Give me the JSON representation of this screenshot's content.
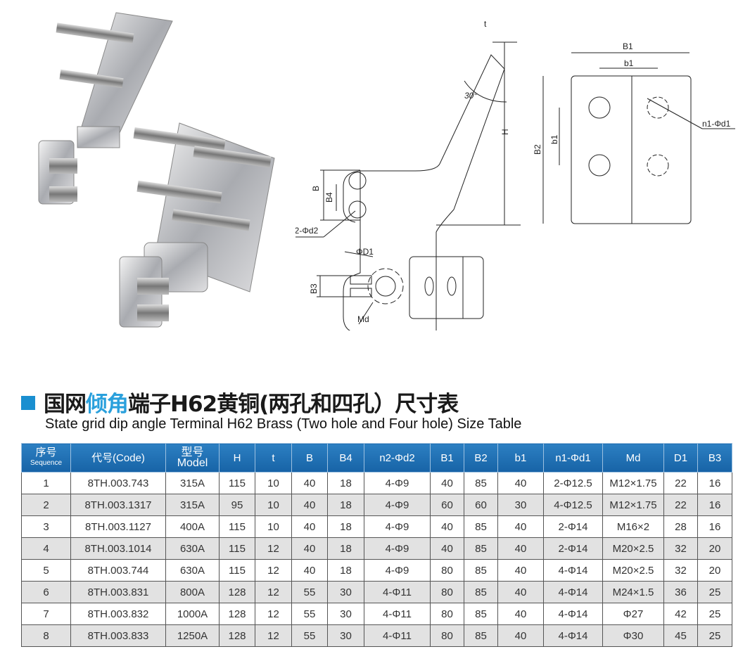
{
  "title": {
    "zh_prefix": "国网",
    "zh_accent": "倾角",
    "zh_suffix": "端子H62黄铜(两孔和四孔）尺寸表",
    "en": "State grid dip angle Terminal H62 Brass (Two hole and Four hole) Size Table"
  },
  "drawing_labels": {
    "t": "t",
    "angle": "30°",
    "H": "H",
    "B": "B",
    "B4": "B4",
    "n2d2": "n2-Φd2",
    "B1": "B1",
    "b1_top": "b1",
    "b1_side": "b1",
    "B2": "B2",
    "n1d1": "n1-Φd1",
    "D1": "ΦD1",
    "B3": "B3",
    "Md": "Md"
  },
  "table": {
    "headers": [
      {
        "zh": "序号",
        "en": "Sequence"
      },
      {
        "zh": "代号(Code)",
        "en": ""
      },
      {
        "zh": "型号",
        "en": "Model"
      },
      {
        "zh": "H"
      },
      {
        "zh": "t"
      },
      {
        "zh": "B"
      },
      {
        "zh": "B4"
      },
      {
        "zh": "n2-Φd2"
      },
      {
        "zh": "B1"
      },
      {
        "zh": "B2"
      },
      {
        "zh": "b1"
      },
      {
        "zh": "n1-Φd1"
      },
      {
        "zh": "Md"
      },
      {
        "zh": "D1"
      },
      {
        "zh": "B3"
      }
    ],
    "rows": [
      [
        "1",
        "8TH.003.743",
        "315A",
        "115",
        "10",
        "40",
        "18",
        "4-Φ9",
        "40",
        "85",
        "40",
        "2-Φ12.5",
        "M12×1.75",
        "22",
        "16"
      ],
      [
        "2",
        "8TH.003.1317",
        "315A",
        "95",
        "10",
        "40",
        "18",
        "4-Φ9",
        "60",
        "60",
        "30",
        "4-Φ12.5",
        "M12×1.75",
        "22",
        "16"
      ],
      [
        "3",
        "8TH.003.1127",
        "400A",
        "115",
        "10",
        "40",
        "18",
        "4-Φ9",
        "40",
        "85",
        "40",
        "2-Φ14",
        "M16×2",
        "28",
        "16"
      ],
      [
        "4",
        "8TH.003.1014",
        "630A",
        "115",
        "12",
        "40",
        "18",
        "4-Φ9",
        "40",
        "85",
        "40",
        "2-Φ14",
        "M20×2.5",
        "32",
        "20"
      ],
      [
        "5",
        "8TH.003.744",
        "630A",
        "115",
        "12",
        "40",
        "18",
        "4-Φ9",
        "80",
        "85",
        "40",
        "4-Φ14",
        "M20×2.5",
        "32",
        "20"
      ],
      [
        "6",
        "8TH.003.831",
        "800A",
        "128",
        "12",
        "55",
        "30",
        "4-Φ11",
        "80",
        "85",
        "40",
        "4-Φ14",
        "M24×1.5",
        "36",
        "25"
      ],
      [
        "7",
        "8TH.003.832",
        "1000A",
        "128",
        "12",
        "55",
        "30",
        "4-Φ11",
        "80",
        "85",
        "40",
        "4-Φ14",
        "Φ27",
        "42",
        "25"
      ],
      [
        "8",
        "8TH.003.833",
        "1250A",
        "128",
        "12",
        "55",
        "30",
        "4-Φ11",
        "80",
        "85",
        "40",
        "4-Φ14",
        "Φ30",
        "45",
        "25"
      ]
    ]
  }
}
